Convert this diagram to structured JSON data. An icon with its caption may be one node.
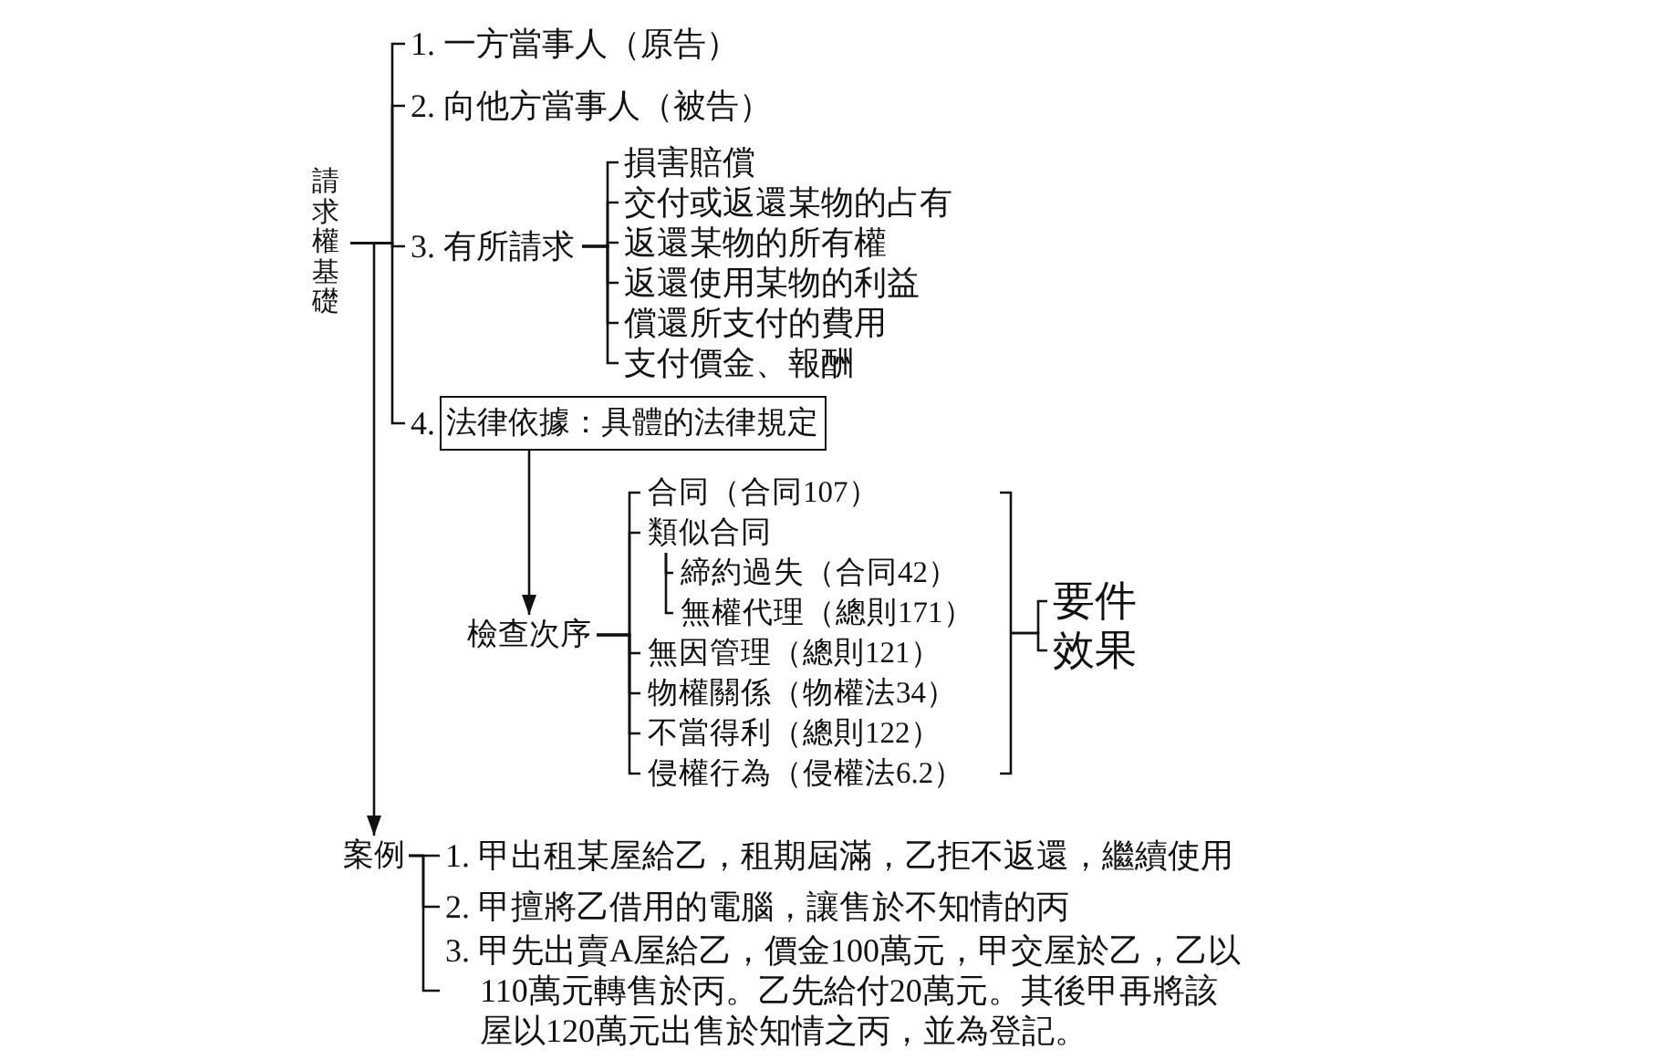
{
  "diagram": {
    "nodes": [
      {
        "text": [
          "請求權基礎"
        ]
      },
      {
        "text": [
          "1. 一方當事人（原告）"
        ]
      },
      {
        "text": [
          "2. 向他方當事人（被告）"
        ]
      },
      {
        "text": [
          "3. 有所請求"
        ]
      },
      {
        "text": [
          "損害賠償"
        ]
      },
      {
        "text": [
          "交付或返還某物的占有"
        ]
      },
      {
        "text": [
          "返還某物的所有權"
        ]
      },
      {
        "text": [
          "返還使用某物的利益"
        ]
      },
      {
        "text": [
          "償還所支付的費用"
        ]
      },
      {
        "text": [
          "支付價金、報酬"
        ]
      },
      {
        "text": [
          "4.",
          "法律依據：具體的法律規定"
        ]
      },
      {
        "text": [
          "檢查次序"
        ]
      },
      {
        "text": [
          "合同（合同107）"
        ]
      },
      {
        "text": [
          "類似合同"
        ]
      },
      {
        "text": [
          "締約過失（合同42）"
        ]
      },
      {
        "text": [
          "無權代理（總則171）"
        ]
      },
      {
        "text": [
          "無因管理（總則121）"
        ]
      },
      {
        "text": [
          "物權關係（物權法34）"
        ]
      },
      {
        "text": [
          "不當得利（總則122）"
        ]
      },
      {
        "text": [
          "侵權行為（侵權法6.2）"
        ]
      },
      {
        "text": [
          "要件"
        ]
      },
      {
        "text": [
          "效果"
        ]
      },
      {
        "text": [
          "案例"
        ]
      },
      {
        "text": [
          "1. 甲出租某屋給乙，租期屆滿，乙拒不返還，繼續使用"
        ]
      },
      {
        "text": [
          "2. 甲擅將乙借用的電腦，讓售於不知情的丙"
        ]
      },
      {
        "text": [
          "3. 甲先出賣A屋給乙，價金100萬元，甲交屋於乙，乙以110萬元轉售於丙。乙先給付20萬元。其後甲再將該屋以120萬元出售於知情之丙，並為登記。"
        ]
      }
    ],
    "edges": [
      {
        "from": 0,
        "to": 1,
        "arrow": "none"
      },
      {
        "from": 0,
        "to": 2,
        "arrow": "none"
      },
      {
        "from": 0,
        "to": 3,
        "arrow": "none"
      },
      {
        "from": 0,
        "to": 10,
        "arrow": "none"
      },
      {
        "from": 3,
        "to": 4,
        "arrow": "none"
      },
      {
        "from": 3,
        "to": 5,
        "arrow": "none"
      },
      {
        "from": 3,
        "to": 6,
        "arrow": "none"
      },
      {
        "from": 3,
        "to": 7,
        "arrow": "none"
      },
      {
        "from": 3,
        "to": 8,
        "arrow": "none"
      },
      {
        "from": 3,
        "to": 9,
        "arrow": "none"
      },
      {
        "from": 0,
        "to": 22,
        "arrow": "to"
      },
      {
        "from": 10,
        "to": 11,
        "arrow": "to"
      },
      {
        "from": 11,
        "to": 12,
        "arrow": "none"
      },
      {
        "from": 11,
        "to": 13,
        "arrow": "none"
      },
      {
        "from": 11,
        "to": 16,
        "arrow": "none"
      },
      {
        "from": 11,
        "to": 17,
        "arrow": "none"
      },
      {
        "from": 11,
        "to": 18,
        "arrow": "none"
      },
      {
        "from": 11,
        "to": 19,
        "arrow": "none"
      },
      {
        "from": 13,
        "to": 14,
        "arrow": "none"
      },
      {
        "from": 13,
        "to": 15,
        "arrow": "none"
      },
      {
        "from": null,
        "to": 20,
        "arrow": "none"
      },
      {
        "from": null,
        "to": 21,
        "arrow": "none"
      },
      {
        "from": 22,
        "to": 23,
        "arrow": "none"
      },
      {
        "from": 22,
        "to": 24,
        "arrow": "none"
      },
      {
        "from": 22,
        "to": 25,
        "arrow": "none"
      }
    ]
  }
}
